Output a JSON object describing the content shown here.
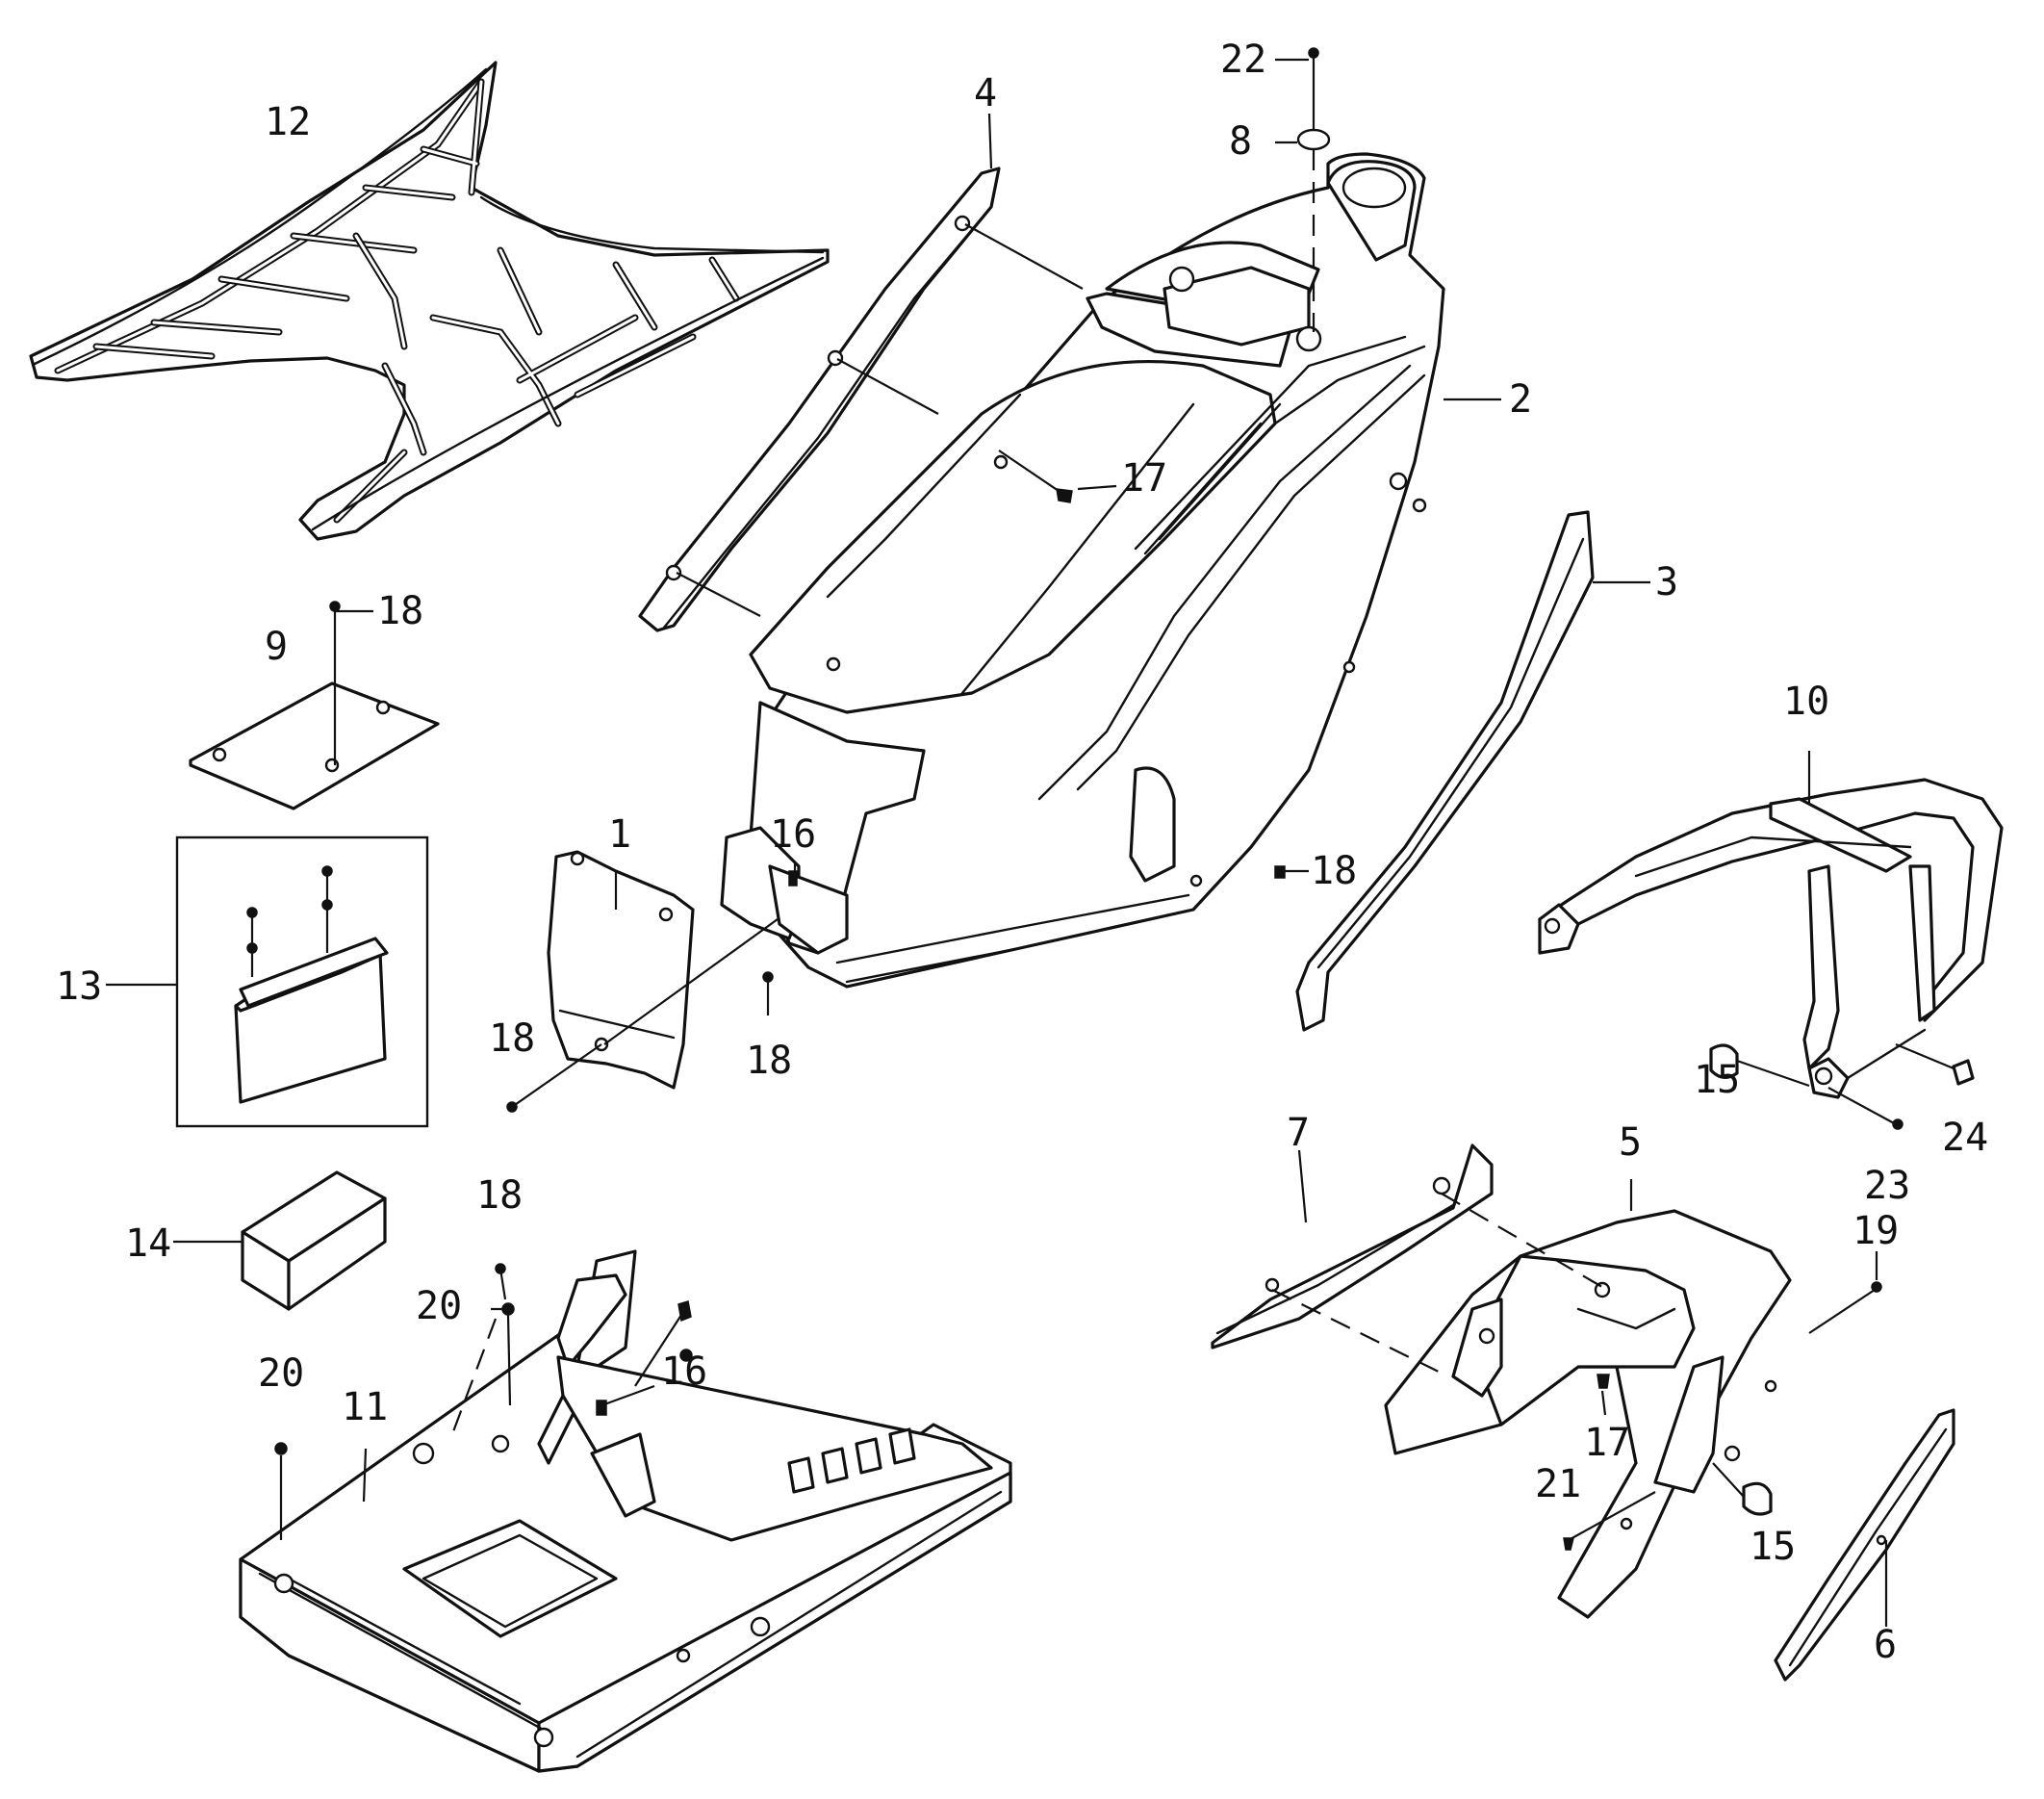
{
  "diagram": {
    "callouts": [
      "1",
      "2",
      "3",
      "4",
      "5",
      "6",
      "7",
      "8",
      "9",
      "10",
      "11",
      "12",
      "13",
      "14",
      "15",
      "16",
      "17",
      "18",
      "19",
      "20",
      "21",
      "22",
      "23",
      "24"
    ]
  },
  "labels": {
    "l1": "1",
    "l2": "2",
    "l3": "3",
    "l4": "4",
    "l5": "5",
    "l6": "6",
    "l7": "7",
    "l8": "8",
    "l9": "9",
    "l10": "10",
    "l11": "11",
    "l12": "12",
    "l13": "13",
    "l14": "14",
    "l15a": "15",
    "l15b": "15",
    "l16a": "16",
    "l16b": "16",
    "l17a": "17",
    "l17b": "17",
    "l18a": "18",
    "l18b": "18",
    "l18c": "18",
    "l18d": "18",
    "l18e": "18",
    "l19": "19",
    "l20a": "20",
    "l20b": "20",
    "l21": "21",
    "l22": "22",
    "l23": "23",
    "l24": "24"
  }
}
